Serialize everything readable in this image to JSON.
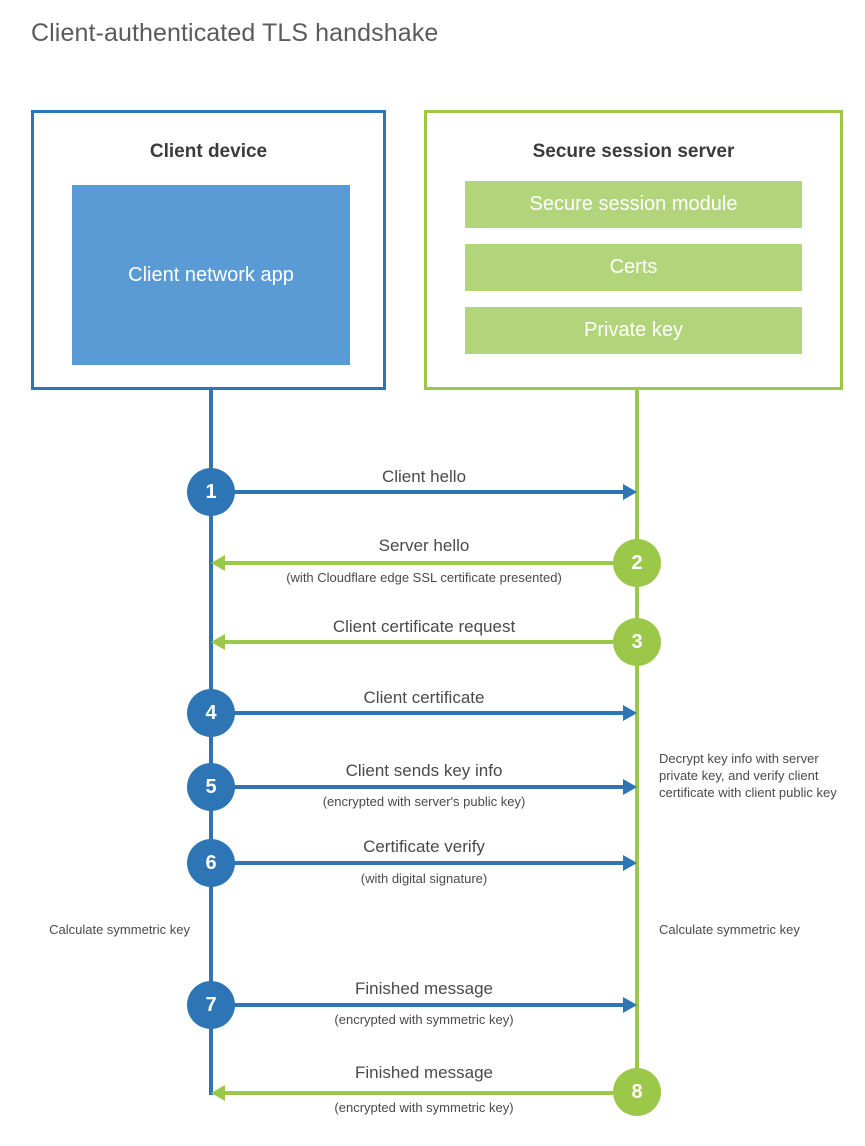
{
  "title": "Client-authenticated TLS handshake",
  "colors": {
    "client_blue": "#2e75b6",
    "client_app_fill": "#5b9bd5",
    "server_green": "#9cc84a",
    "server_bar_fill": "#b2d57b",
    "text": "#4a4a4a",
    "background": "#ffffff"
  },
  "client": {
    "title": "Client device",
    "app_label": "Client network app"
  },
  "server": {
    "title": "Secure session server",
    "modules": [
      {
        "label": "Secure session module"
      },
      {
        "label": "Certs"
      },
      {
        "label": "Private key"
      }
    ]
  },
  "steps": [
    {
      "number": "1",
      "label": "Client hello",
      "sub": "",
      "direction": "client-to-server",
      "color": "blue"
    },
    {
      "number": "2",
      "label": "Server hello",
      "sub": "(with Cloudflare edge SSL certificate presented)",
      "direction": "server-to-client",
      "color": "green"
    },
    {
      "number": "3",
      "label": "Client certificate request",
      "sub": "",
      "direction": "server-to-client",
      "color": "green"
    },
    {
      "number": "4",
      "label": "Client certificate",
      "sub": "",
      "direction": "client-to-server",
      "color": "blue"
    },
    {
      "number": "5",
      "label": "Client sends key info",
      "sub": "(encrypted with server's public key)",
      "direction": "client-to-server",
      "color": "blue"
    },
    {
      "number": "6",
      "label": "Certificate verify",
      "sub": "(with digital signature)",
      "direction": "client-to-server",
      "color": "blue"
    },
    {
      "number": "7",
      "label": "Finished message",
      "sub": "(encrypted with symmetric key)",
      "direction": "client-to-server",
      "color": "blue"
    },
    {
      "number": "8",
      "label": "Finished message",
      "sub": "(encrypted with symmetric key)",
      "direction": "server-to-client",
      "color": "green"
    }
  ],
  "annotations": {
    "server_decrypt_note": "Decrypt key info with server private key, and verify client certificate with client public key",
    "client_calculate_note": "Calculate symmetric key",
    "server_calculate_note": "Calculate symmetric key"
  }
}
